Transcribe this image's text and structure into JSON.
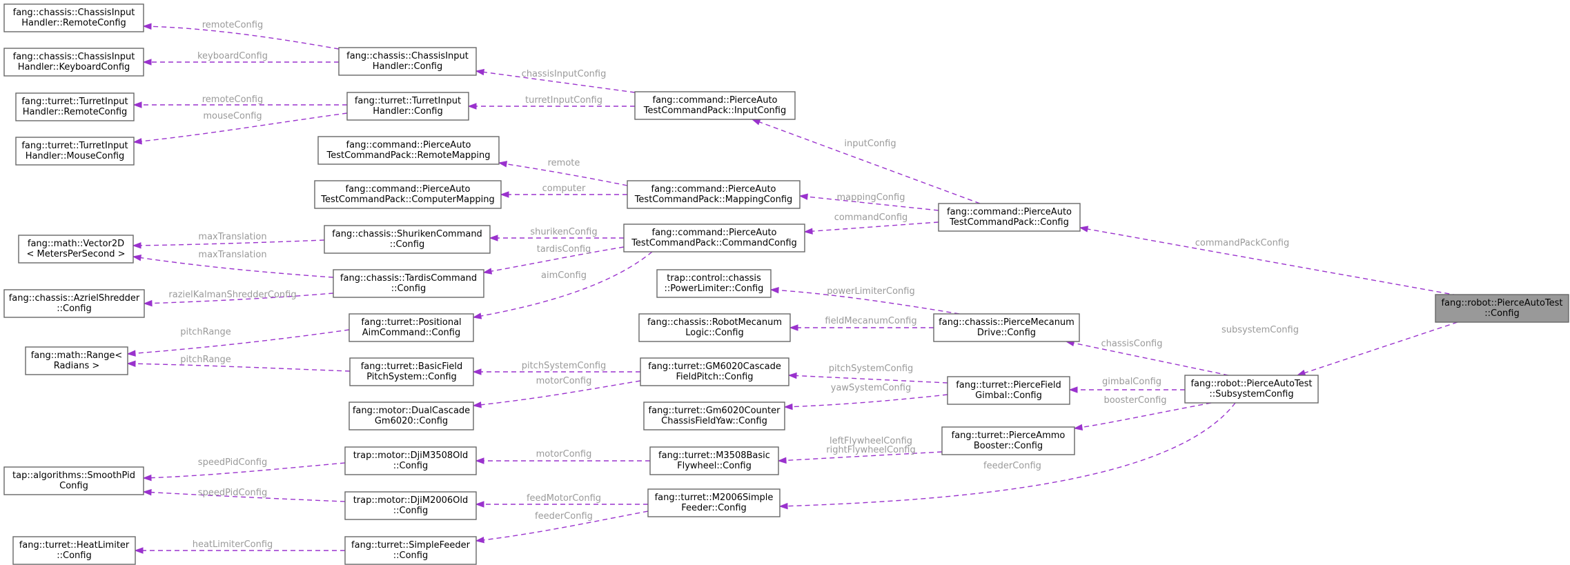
{
  "nodes": [
    {
      "id": "robotConfig",
      "lines": [
        "fang::robot::PierceAutoTest",
        "::Config"
      ],
      "highlight": true
    },
    {
      "id": "subsystemConfig",
      "lines": [
        "fang::robot::PierceAutoTest",
        "::SubsystemConfig"
      ]
    },
    {
      "id": "commandPackConfig",
      "lines": [
        "fang::command::PierceAuto",
        "TestCommandPack::Config"
      ]
    },
    {
      "id": "inputConfig",
      "lines": [
        "fang::command::PierceAuto",
        "TestCommandPack::InputConfig"
      ]
    },
    {
      "id": "mappingConfig",
      "lines": [
        "fang::command::PierceAuto",
        "TestCommandPack::MappingConfig"
      ]
    },
    {
      "id": "commandConfig",
      "lines": [
        "fang::command::PierceAuto",
        "TestCommandPack::CommandConfig"
      ]
    },
    {
      "id": "chassisInputConfig",
      "lines": [
        "fang::chassis::ChassisInput",
        "Handler::Config"
      ]
    },
    {
      "id": "chassisRemoteConfig",
      "lines": [
        "fang::chassis::ChassisInput",
        "Handler::RemoteConfig"
      ]
    },
    {
      "id": "chassisKeyboardConfig",
      "lines": [
        "fang::chassis::ChassisInput",
        "Handler::KeyboardConfig"
      ]
    },
    {
      "id": "turretInputConfig",
      "lines": [
        "fang::turret::TurretInput",
        "Handler::Config"
      ]
    },
    {
      "id": "turretRemoteConfig",
      "lines": [
        "fang::turret::TurretInput",
        "Handler::RemoteConfig"
      ]
    },
    {
      "id": "turretMouseConfig",
      "lines": [
        "fang::turret::TurretInput",
        "Handler::MouseConfig"
      ]
    },
    {
      "id": "remoteMapping",
      "lines": [
        "fang::command::PierceAuto",
        "TestCommandPack::RemoteMapping"
      ]
    },
    {
      "id": "computerMapping",
      "lines": [
        "fang::command::PierceAuto",
        "TestCommandPack::ComputerMapping"
      ]
    },
    {
      "id": "shurikenConfig",
      "lines": [
        "fang::chassis::ShurikenCommand",
        "::Config"
      ]
    },
    {
      "id": "tardisConfig",
      "lines": [
        "fang::chassis::TardisCommand",
        "::Config"
      ]
    },
    {
      "id": "vector2d",
      "lines": [
        "fang::math::Vector2D",
        "< MetersPerSecond >"
      ]
    },
    {
      "id": "azrielShredder",
      "lines": [
        "fang::chassis::AzrielShredder",
        "::Config"
      ]
    },
    {
      "id": "positionalAim",
      "lines": [
        "fang::turret::Positional",
        "AimCommand::Config"
      ]
    },
    {
      "id": "rangeRadians",
      "lines": [
        "fang::math::Range<",
        "Radians >"
      ]
    },
    {
      "id": "basicPitch",
      "lines": [
        "fang::turret::BasicField",
        "PitchSystem::Config"
      ]
    },
    {
      "id": "gm6020Pitch",
      "lines": [
        "fang::turret::GM6020Cascade",
        "FieldPitch::Config"
      ]
    },
    {
      "id": "dualCascade",
      "lines": [
        "fang::motor::DualCascade",
        "Gm6020::Config"
      ]
    },
    {
      "id": "powerLimiter",
      "lines": [
        "trap::control::chassis",
        "::PowerLimiter::Config"
      ]
    },
    {
      "id": "mecanumLogic",
      "lines": [
        "fang::chassis::RobotMecanum",
        "Logic::Config"
      ]
    },
    {
      "id": "mecanumDrive",
      "lines": [
        "fang::chassis::PierceMecanum",
        "Drive::Config"
      ]
    },
    {
      "id": "fieldGimbal",
      "lines": [
        "fang::turret::PierceField",
        "Gimbal::Config"
      ]
    },
    {
      "id": "counterYaw",
      "lines": [
        "fang::turret::Gm6020Counter",
        "ChassisFieldYaw::Config"
      ]
    },
    {
      "id": "ammoBooster",
      "lines": [
        "fang::turret::PierceAmmo",
        "Booster::Config"
      ]
    },
    {
      "id": "flywheel",
      "lines": [
        "fang::turret::M3508Basic",
        "Flywheel::Config"
      ]
    },
    {
      "id": "dji3508",
      "lines": [
        "trap::motor::DjiM3508Old",
        "::Config"
      ]
    },
    {
      "id": "smoothPid",
      "lines": [
        "tap::algorithms::SmoothPid",
        "Config"
      ]
    },
    {
      "id": "dji2006",
      "lines": [
        "trap::motor::DjiM2006Old",
        "::Config"
      ]
    },
    {
      "id": "m2006Feeder",
      "lines": [
        "fang::turret::M2006Simple",
        "Feeder::Config"
      ]
    },
    {
      "id": "simpleFeeder",
      "lines": [
        "fang::turret::SimpleFeeder",
        "::Config"
      ]
    },
    {
      "id": "heatLimiter",
      "lines": [
        "fang::turret::HeatLimiter",
        "::Config"
      ]
    }
  ],
  "edges": [
    {
      "id": "e-commandPackConfig",
      "label": [
        "commandPackConfig"
      ]
    },
    {
      "id": "e-subsystemConfig",
      "label": [
        "subsystemConfig"
      ]
    },
    {
      "id": "e-inputConfig",
      "label": [
        "inputConfig"
      ]
    },
    {
      "id": "e-mappingConfig",
      "label": [
        "mappingConfig"
      ]
    },
    {
      "id": "e-commandConfig",
      "label": [
        "commandConfig"
      ]
    },
    {
      "id": "e-chassisInputConfig",
      "label": [
        "chassisInputConfig"
      ]
    },
    {
      "id": "e-turretInputConfig",
      "label": [
        "turretInputConfig"
      ]
    },
    {
      "id": "e-remoteConfig-chassis",
      "label": [
        "remoteConfig"
      ]
    },
    {
      "id": "e-keyboardConfig",
      "label": [
        "keyboardConfig"
      ]
    },
    {
      "id": "e-remoteConfig-turret",
      "label": [
        "remoteConfig"
      ]
    },
    {
      "id": "e-mouseConfig",
      "label": [
        "mouseConfig"
      ]
    },
    {
      "id": "e-remote",
      "label": [
        "remote"
      ]
    },
    {
      "id": "e-computer",
      "label": [
        "computer"
      ]
    },
    {
      "id": "e-shurikenConfig",
      "label": [
        "shurikenConfig"
      ]
    },
    {
      "id": "e-tardisConfig",
      "label": [
        "tardisConfig"
      ]
    },
    {
      "id": "e-aimConfig",
      "label": [
        "aimConfig"
      ]
    },
    {
      "id": "e-maxTranslation-shuriken",
      "label": [
        "maxTranslation"
      ]
    },
    {
      "id": "e-maxTranslation-tardis",
      "label": [
        "maxTranslation"
      ]
    },
    {
      "id": "e-razielKalman",
      "label": [
        "razielKalmanShredderConfig"
      ]
    },
    {
      "id": "e-pitchRange-aim",
      "label": [
        "pitchRange"
      ]
    },
    {
      "id": "e-pitchRange-basic",
      "label": [
        "pitchRange"
      ]
    },
    {
      "id": "e-chassisConfig",
      "label": [
        "chassisConfig"
      ]
    },
    {
      "id": "e-gimbalConfig",
      "label": [
        "gimbalConfig"
      ]
    },
    {
      "id": "e-boosterConfig",
      "label": [
        "boosterConfig"
      ]
    },
    {
      "id": "e-feederConfig",
      "label": [
        "feederConfig"
      ]
    },
    {
      "id": "e-powerLimiterConfig",
      "label": [
        "powerLimiterConfig"
      ]
    },
    {
      "id": "e-fieldMecanumConfig",
      "label": [
        "fieldMecanumConfig"
      ]
    },
    {
      "id": "e-pitchSystemConfig-gimbal",
      "label": [
        "pitchSystemConfig"
      ]
    },
    {
      "id": "e-yawSystemConfig",
      "label": [
        "yawSystemConfig"
      ]
    },
    {
      "id": "e-pitchSystemConfig-gm",
      "label": [
        "pitchSystemConfig"
      ]
    },
    {
      "id": "e-motorConfig-gm",
      "label": [
        "motorConfig"
      ]
    },
    {
      "id": "e-flywheelConfigs",
      "label": [
        "leftFlywheelConfig",
        "rightFlywheelConfig"
      ]
    },
    {
      "id": "e-motorConfig-flywheel",
      "label": [
        "motorConfig"
      ]
    },
    {
      "id": "e-speedPid-3508",
      "label": [
        "speedPidConfig"
      ]
    },
    {
      "id": "e-speedPid-2006",
      "label": [
        "speedPidConfig"
      ]
    },
    {
      "id": "e-feedMotorConfig",
      "label": [
        "feedMotorConfig"
      ]
    },
    {
      "id": "e-feederConfig-simple",
      "label": [
        "feederConfig"
      ]
    },
    {
      "id": "e-heatLimiterConfig",
      "label": [
        "heatLimiterConfig"
      ]
    }
  ]
}
